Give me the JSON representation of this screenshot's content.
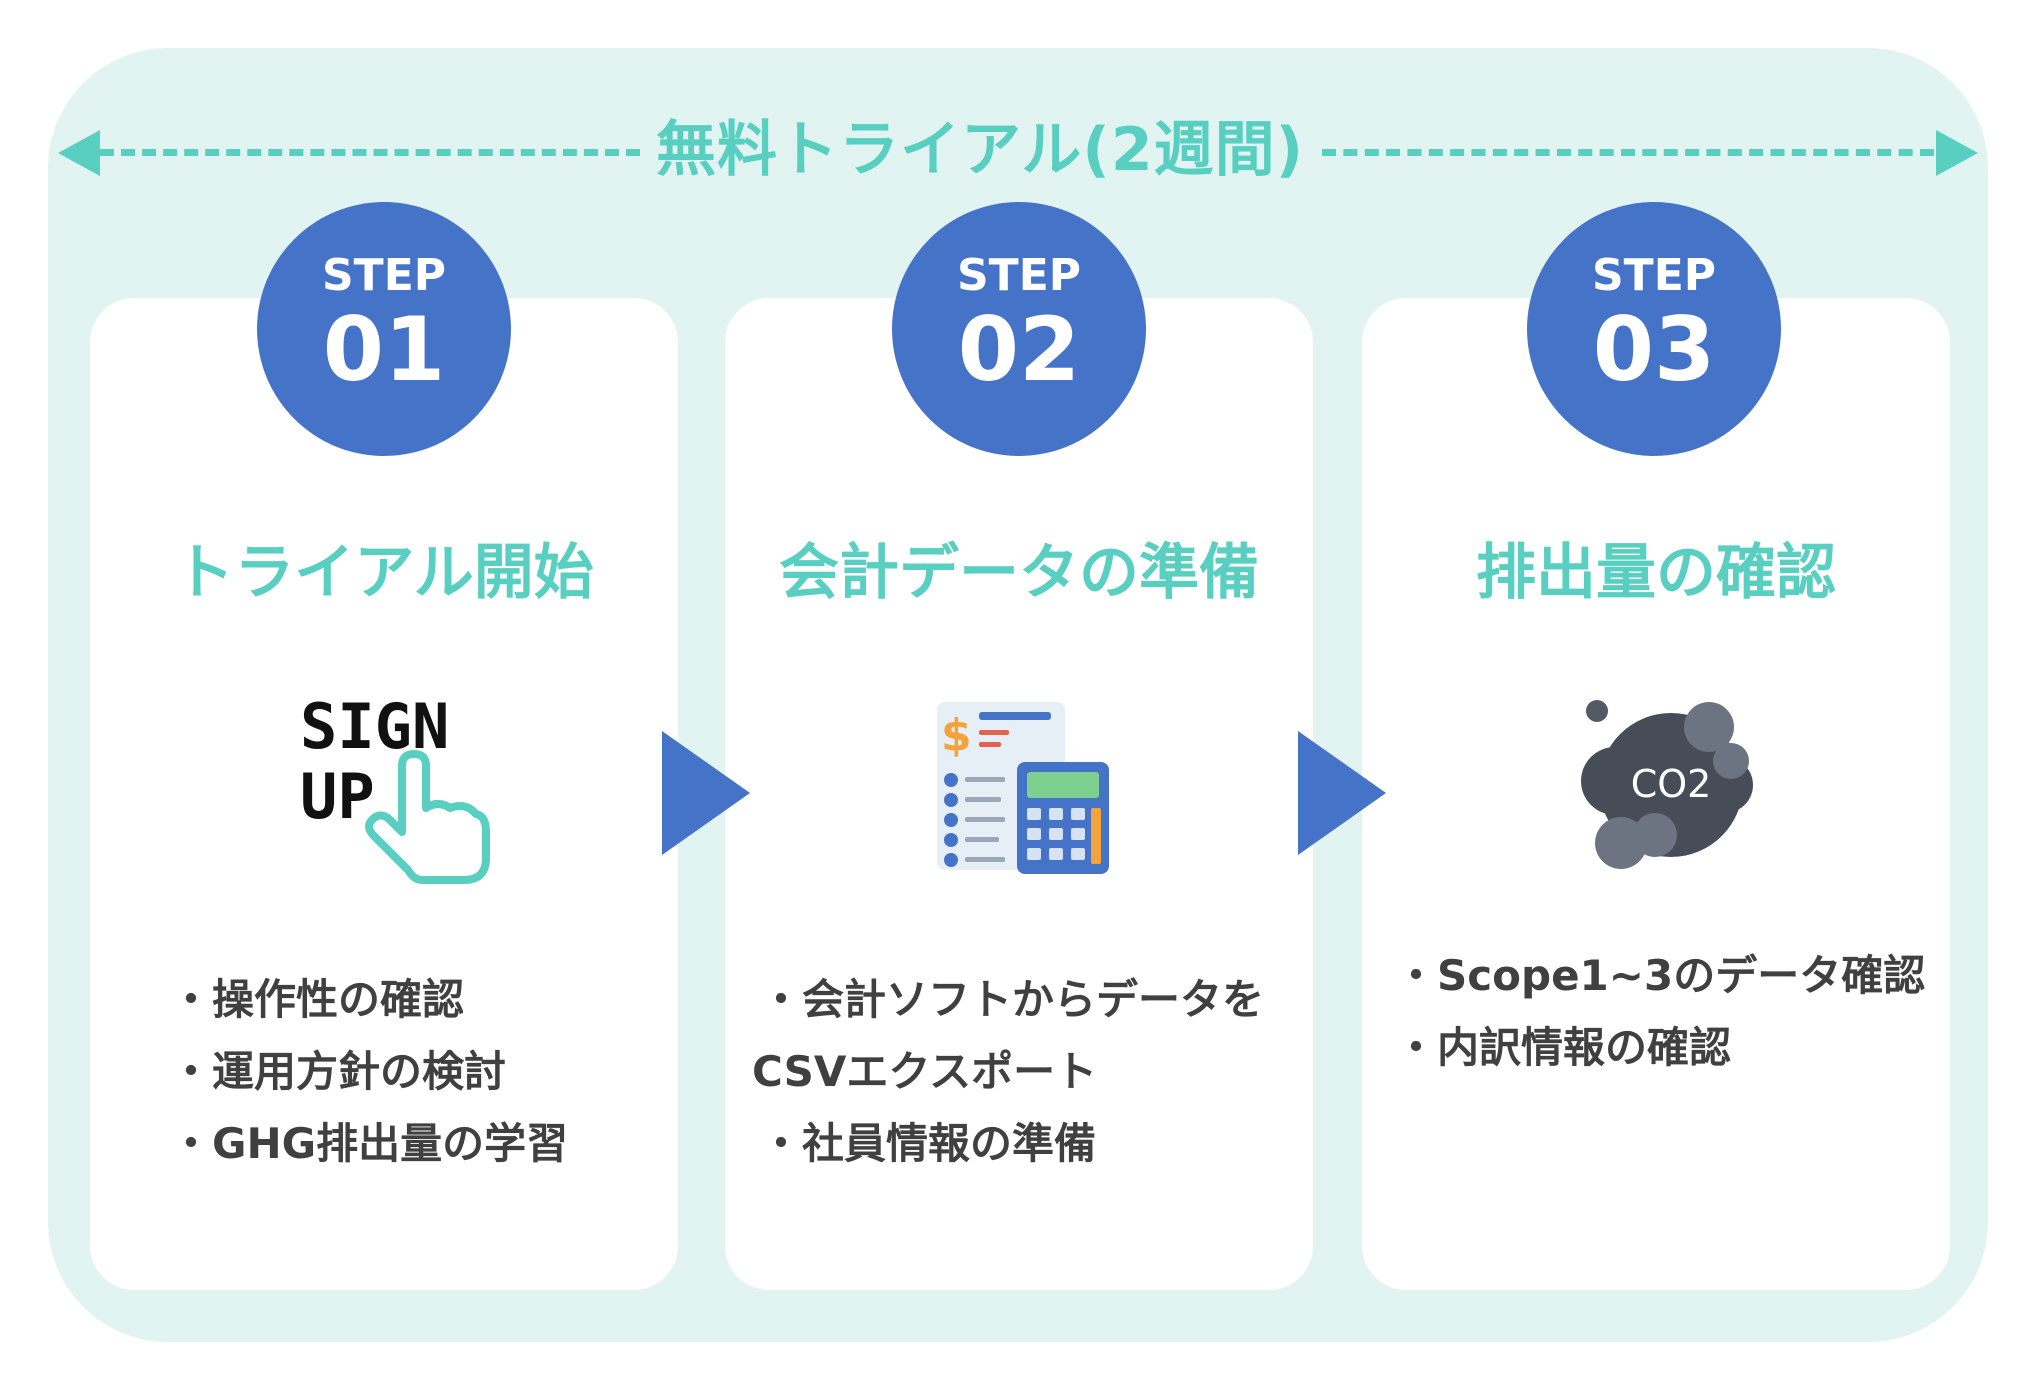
{
  "banner": {
    "title": "無料トライアル(2週間)"
  },
  "steps": [
    {
      "step_word": "STEP",
      "number": "01",
      "title": "トライアル開始",
      "icon": "sign-up-hand-icon",
      "icon_text": [
        "SIGN",
        "UP"
      ],
      "bullets": [
        "・操作性の確認",
        "・運用方針の検討",
        "・GHG排出量の学習"
      ]
    },
    {
      "step_word": "STEP",
      "number": "02",
      "title": "会計データの準備",
      "icon": "accounting-calculator-icon",
      "icon_text": [
        "$"
      ],
      "bullets": [
        "・会計ソフトからデータを",
        "CSVエクスポート",
        "・社員情報の準備"
      ]
    },
    {
      "step_word": "STEP",
      "number": "03",
      "title": "排出量の確認",
      "icon": "co2-cloud-icon",
      "icon_text": [
        "CO2"
      ],
      "bullets": [
        "・Scope1~3のデータ確認",
        "・内訳情報の確認"
      ]
    }
  ],
  "colors": {
    "teal": "#58cfc0",
    "panel_bg": "#e1f4f1",
    "blue": "#4573c7",
    "text_dark": "#404040"
  }
}
